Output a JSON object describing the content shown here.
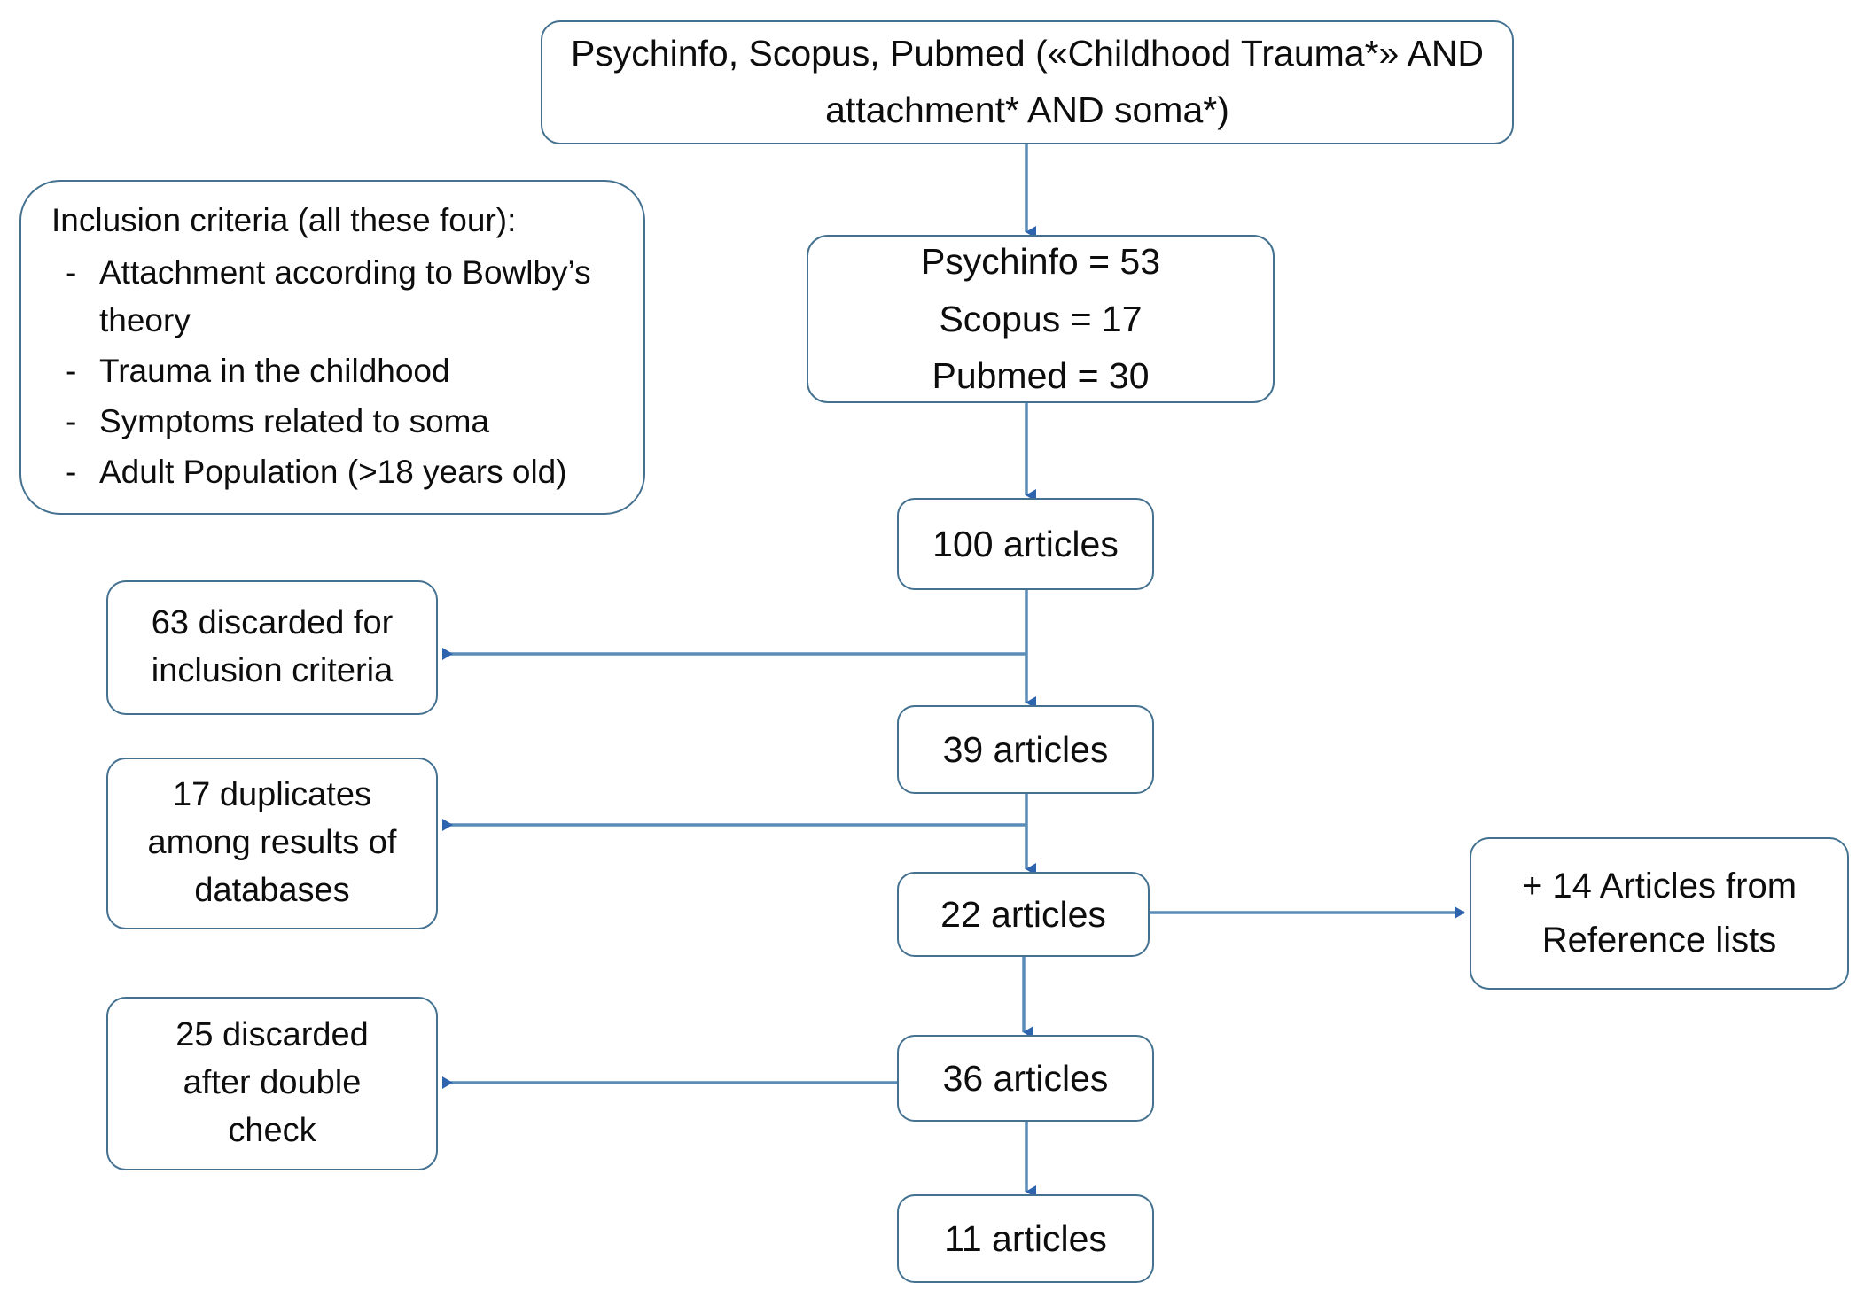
{
  "diagram": {
    "title": "Literature search PRISMA-style flow diagram",
    "colors": {
      "box_border": "#44718F",
      "connector": "#5A8CB8",
      "arrow_head": "#2E63AE",
      "text": "#0d0d0d",
      "background": "#ffffff"
    }
  },
  "nodes": {
    "query": {
      "lines": [
        "Psychinfo, Scopus, Pubmed («Childhood Trauma*» AND",
        "attachment* AND soma*)"
      ]
    },
    "criteria": {
      "title": "Inclusion criteria (all these four):",
      "bullet_marker": "-",
      "items": [
        "Attachment according to Bowlby’s theory",
        "Trauma in the childhood",
        "Symptoms related to soma",
        "Adult Population (>18 years old)"
      ]
    },
    "databases": {
      "lines": [
        "Psychinfo = 53",
        "Scopus = 17",
        "Pubmed = 30"
      ]
    },
    "articles_100": {
      "label": "100 articles"
    },
    "articles_39": {
      "label": "39 articles"
    },
    "articles_22": {
      "label": "22 articles"
    },
    "articles_36": {
      "label": "36 articles"
    },
    "articles_11": {
      "label": "11 articles"
    },
    "discard_inclusion": {
      "lines": [
        "63 discarded  for",
        "inclusion criteria"
      ]
    },
    "duplicates": {
      "lines": [
        "17 duplicates",
        "among results  of",
        "databases"
      ]
    },
    "discard_double": {
      "lines": [
        "25 discarded",
        "after double",
        "check"
      ]
    },
    "references": {
      "lines": [
        "+ 14 Articles from",
        "Reference  lists"
      ]
    }
  },
  "chart_data": {
    "type": "diagram",
    "title": "Literature search flow diagram",
    "nodes": [
      {
        "id": "query",
        "text": "Psychinfo, Scopus, Pubmed («Childhood Trauma*» AND attachment* AND soma*)"
      },
      {
        "id": "criteria",
        "text": "Inclusion criteria (all these four): Attachment according to Bowlby’s theory; Trauma in the childhood; Symptoms related to soma; Adult Population (>18 years old)"
      },
      {
        "id": "databases",
        "text": "Psychinfo = 53 / Scopus = 17 / Pubmed = 30",
        "value": 100
      },
      {
        "id": "articles_100",
        "text": "100 articles",
        "value": 100
      },
      {
        "id": "discard_inclusion",
        "text": "63 discarded for inclusion criteria",
        "value": 63
      },
      {
        "id": "articles_39",
        "text": "39 articles",
        "value": 39
      },
      {
        "id": "duplicates",
        "text": "17 duplicates among results of databases",
        "value": 17
      },
      {
        "id": "articles_22",
        "text": "22 articles",
        "value": 22
      },
      {
        "id": "references",
        "text": "+ 14 Articles from Reference lists",
        "value": 14
      },
      {
        "id": "articles_36",
        "text": "36 articles",
        "value": 36
      },
      {
        "id": "discard_double",
        "text": "25 discarded after double check",
        "value": 25
      },
      {
        "id": "articles_11",
        "text": "11 articles",
        "value": 11
      }
    ],
    "edges": [
      {
        "from": "query",
        "to": "databases",
        "direction": "down"
      },
      {
        "from": "databases",
        "to": "articles_100",
        "direction": "down"
      },
      {
        "from": "articles_100",
        "to": "articles_39",
        "direction": "down"
      },
      {
        "from": "articles_100",
        "to": "discard_inclusion",
        "direction": "left"
      },
      {
        "from": "articles_39",
        "to": "articles_22",
        "direction": "down"
      },
      {
        "from": "articles_39",
        "to": "duplicates",
        "direction": "left"
      },
      {
        "from": "articles_22",
        "to": "references",
        "direction": "right"
      },
      {
        "from": "articles_22",
        "to": "articles_36",
        "direction": "down"
      },
      {
        "from": "articles_36",
        "to": "discard_double",
        "direction": "left"
      },
      {
        "from": "articles_36",
        "to": "articles_11",
        "direction": "down"
      }
    ]
  }
}
